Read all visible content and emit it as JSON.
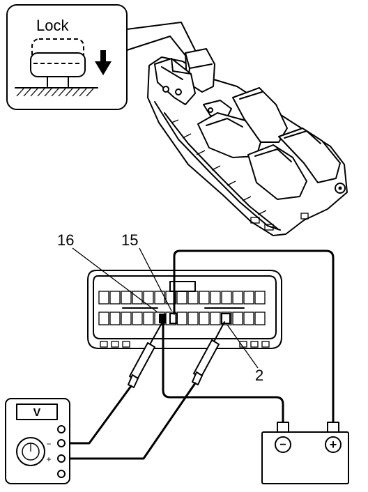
{
  "inset": {
    "lock_label": "Lock"
  },
  "connector": {
    "pin_label_16": "16",
    "pin_label_15": "15",
    "pin_label_2": "2"
  },
  "voltmeter": {
    "label": "V",
    "minus": "−",
    "plus": "+"
  },
  "battery": {
    "minus": "−",
    "plus": "+"
  },
  "colors": {
    "ink": "#000000",
    "paper": "#ffffff"
  }
}
